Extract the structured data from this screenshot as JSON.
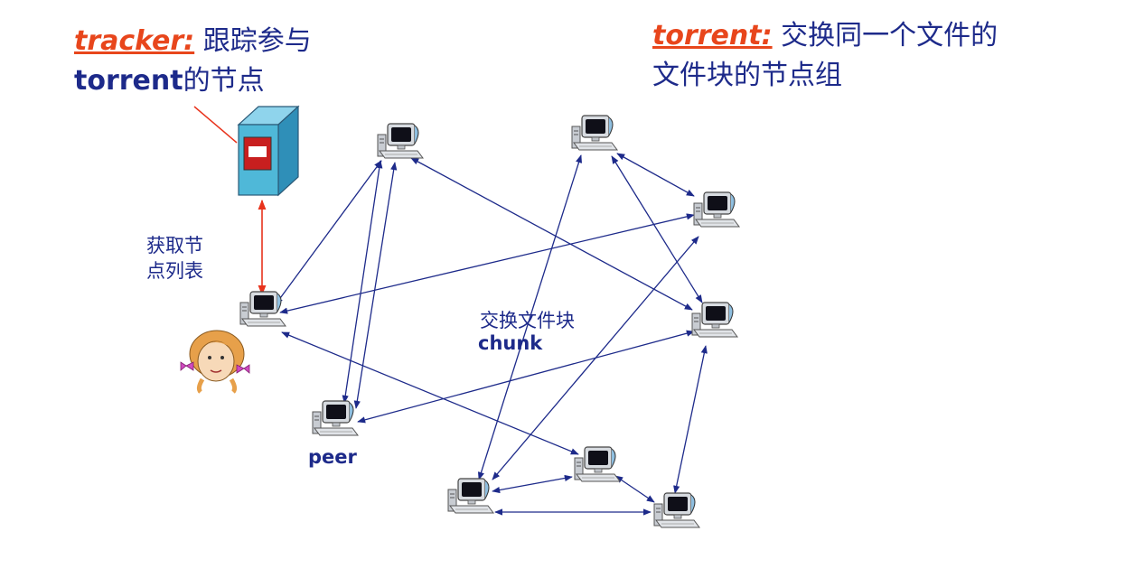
{
  "tracker": {
    "keyword": "tracker:",
    "desc": "跟踪参与",
    "torrent_word": "torrent",
    "desc2": "的节点"
  },
  "torrent": {
    "keyword": "torrent:",
    "desc": "交换同一个文件的",
    "desc2": "文件块的节点组"
  },
  "labels": {
    "get_peers_line1": "获取节",
    "get_peers_line2": "点列表",
    "exchange": "交换文件块",
    "chunk": "chunk",
    "peer": "peer"
  },
  "colors": {
    "text_blue": "#1d2a8a",
    "keyword_red": "#e8461c",
    "tracker_link": "#e8331c",
    "peer_link": "#1d2a8a",
    "server_body": "#4fb8d8"
  },
  "icons": {
    "tracker": "server-icon",
    "peer": "computer-icon",
    "user": "user-face-icon"
  }
}
